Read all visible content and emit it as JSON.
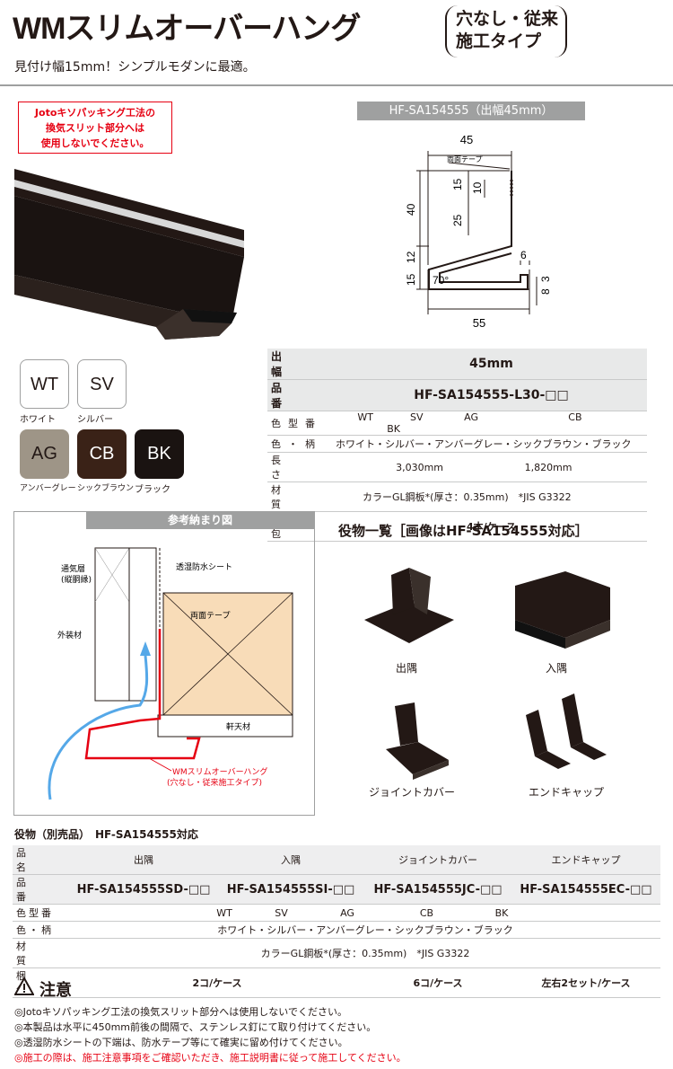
{
  "header": {
    "title": "WMスリムオーバーハング",
    "badge_line1": "穴なし・従来",
    "badge_line2": "施工タイプ",
    "subtitle": "見付け幅15mm！シンプルモダンに最適。"
  },
  "warning_box": {
    "line1": "Jotoキソパッキング工法の",
    "line2": "換気スリット部分へは",
    "line3": "使用しないでください。"
  },
  "model_label": "HF-SA154555（出幅45mm）",
  "dimensions": {
    "top_width": "45",
    "tape_label": "両面テープ",
    "d15": "15",
    "d10": "10",
    "d40": "40",
    "d25": "25",
    "d12": "12",
    "d15b": "15",
    "angle": "70°",
    "d6": "6",
    "d3": "3",
    "d8": "8",
    "bottom_width": "55"
  },
  "colors": [
    {
      "code": "WT",
      "name": "ホワイト",
      "bg": "#ffffff",
      "fg": "#231815"
    },
    {
      "code": "SV",
      "name": "シルバー",
      "bg": "#ffffff",
      "fg": "#231815"
    },
    {
      "code": "AG",
      "name": "アンバーグレー",
      "bg": "#9e9587",
      "fg": "#231815"
    },
    {
      "code": "CB",
      "name": "シックブラウン",
      "bg": "#3a2217",
      "fg": "#ffffff"
    },
    {
      "code": "BK",
      "name": "ブラック",
      "bg": "#1a1311",
      "fg": "#ffffff"
    }
  ],
  "spec": {
    "width_label": "出　幅",
    "width_value": "45mm",
    "part_label": "品　番",
    "part_value": "HF-SA154555-L30-□□",
    "color_code_label": "色型番",
    "color_codes": [
      "WT",
      "SV",
      "AG",
      "CB",
      "BK"
    ],
    "color_label": "色・柄",
    "color_value": "ホワイト・シルバー・アンバーグレー・シックブラウン・ブラック",
    "length_label": "長　さ",
    "length_values": [
      "3,030mm",
      "1,820mm"
    ],
    "material_label": "材　質",
    "material_value": "カラーGL鋼板*(厚さ：0.35mm)　*JIS G3322",
    "pack_label": "梱　包",
    "pack_value": "4本/ケース"
  },
  "diagram": {
    "heading": "参考納まり図",
    "label_vent": "通気層",
    "label_vent2": "(縦胴縁)",
    "label_sheet": "透湿防水シート",
    "label_tape": "両面テープ",
    "label_siding": "外装材",
    "label_eaves": "軒天材",
    "label_product1": "WMスリムオーバーハング",
    "label_product2": "(穴なし・従来施工タイプ)"
  },
  "accessories": {
    "title": "役物一覧［画像はHF-SA154555対応］",
    "items": [
      "出隅",
      "入隅",
      "ジョイントカバー",
      "エンドキャップ"
    ]
  },
  "acc_table": {
    "section_title": "役物（別売品）　HF-SA154555対応",
    "name_label": "品　名",
    "names": [
      "出隅",
      "入隅",
      "ジョイントカバー",
      "エンドキャップ"
    ],
    "part_label": "品　番",
    "parts": [
      "HF-SA154555SD-□□",
      "HF-SA154555SI-□□",
      "HF-SA154555JC-□□",
      "HF-SA154555EC-□□"
    ],
    "color_code_label": "色型番",
    "color_codes": [
      "WT",
      "SV",
      "AG",
      "CB",
      "BK"
    ],
    "color_label": "色・柄",
    "color_value": "ホワイト・シルバー・アンバーグレー・シックブラウン・ブラック",
    "material_label": "材　質",
    "material_value": "カラーGL鋼板*(厚さ：0.35mm)　*JIS G3322",
    "pack_label": "梱　包",
    "packs": [
      "2コ/ケース",
      "6コ/ケース",
      "左右2セット/ケース"
    ]
  },
  "notes": {
    "title": "注意",
    "items": [
      "◎Jotoキソパッキング工法の換気スリット部分へは使用しないでください。",
      "◎本製品は水平に450mm前後の間隔で、ステンレス釘にて取り付けてください。",
      "◎透湿防水シートの下端は、防水テープ等にて確実に留め付けてください。",
      "◎施工の際は、施工注意事項をご確認いただき、施工説明書に従って施工してください。"
    ]
  }
}
